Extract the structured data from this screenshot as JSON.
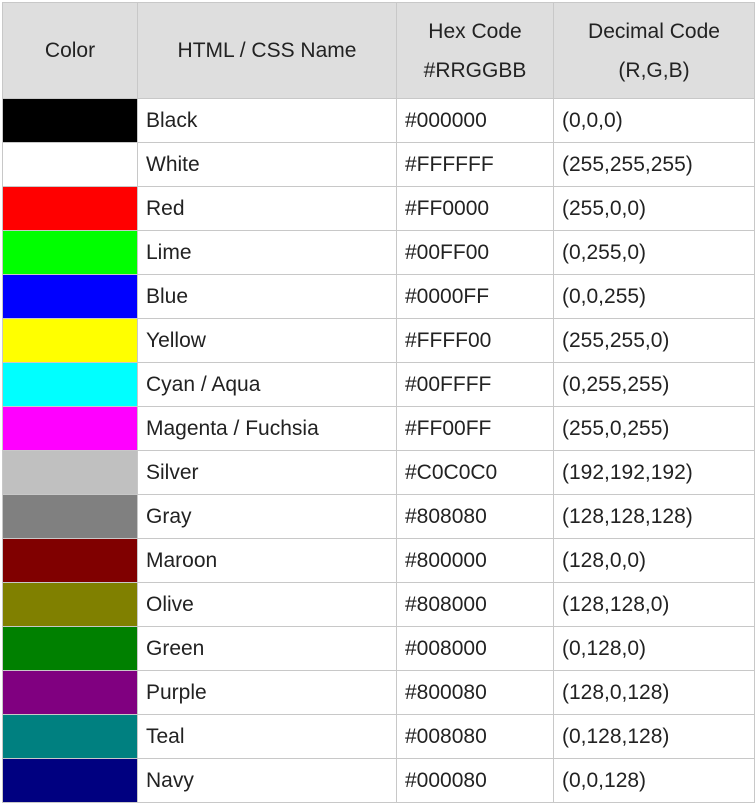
{
  "headers": {
    "color": "Color",
    "name": "HTML / CSS Name",
    "hex_line1": "Hex Code",
    "hex_line2": "#RRGGBB",
    "dec_line1": "Decimal Code",
    "dec_line2": "(R,G,B)"
  },
  "rows": [
    {
      "swatch": "#000000",
      "name": "Black",
      "hex": "#000000",
      "dec": "(0,0,0)"
    },
    {
      "swatch": "#FFFFFF",
      "name": "White",
      "hex": "#FFFFFF",
      "dec": "(255,255,255)"
    },
    {
      "swatch": "#FF0000",
      "name": "Red",
      "hex": "#FF0000",
      "dec": "(255,0,0)"
    },
    {
      "swatch": "#00FF00",
      "name": "Lime",
      "hex": "#00FF00",
      "dec": "(0,255,0)"
    },
    {
      "swatch": "#0000FF",
      "name": "Blue",
      "hex": "#0000FF",
      "dec": "(0,0,255)"
    },
    {
      "swatch": "#FFFF00",
      "name": "Yellow",
      "hex": "#FFFF00",
      "dec": "(255,255,0)"
    },
    {
      "swatch": "#00FFFF",
      "name": "Cyan / Aqua",
      "hex": "#00FFFF",
      "dec": "(0,255,255)"
    },
    {
      "swatch": "#FF00FF",
      "name": "Magenta / Fuchsia",
      "hex": "#FF00FF",
      "dec": "(255,0,255)"
    },
    {
      "swatch": "#C0C0C0",
      "name": "Silver",
      "hex": "#C0C0C0",
      "dec": "(192,192,192)"
    },
    {
      "swatch": "#808080",
      "name": "Gray",
      "hex": "#808080",
      "dec": "(128,128,128)"
    },
    {
      "swatch": "#800000",
      "name": "Maroon",
      "hex": "#800000",
      "dec": "(128,0,0)"
    },
    {
      "swatch": "#808000",
      "name": "Olive",
      "hex": "#808000",
      "dec": "(128,128,0)"
    },
    {
      "swatch": "#008000",
      "name": "Green",
      "hex": "#008000",
      "dec": "(0,128,0)"
    },
    {
      "swatch": "#800080",
      "name": "Purple",
      "hex": "#800080",
      "dec": "(128,0,128)"
    },
    {
      "swatch": "#008080",
      "name": "Teal",
      "hex": "#008080",
      "dec": "(0,128,128)"
    },
    {
      "swatch": "#000080",
      "name": "Navy",
      "hex": "#000080",
      "dec": "(0,0,128)"
    }
  ]
}
